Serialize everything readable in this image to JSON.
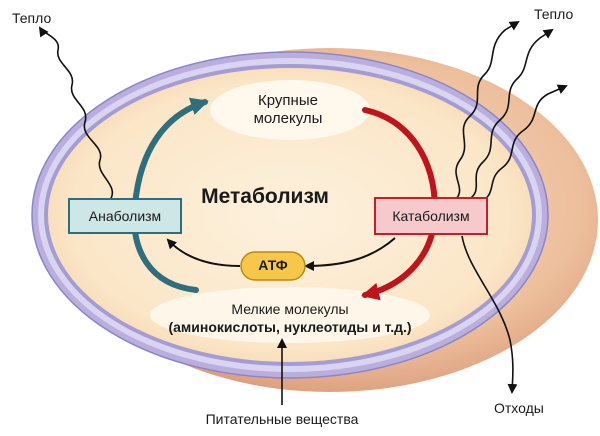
{
  "diagram": {
    "title": "Метаболизм",
    "large_molecules": [
      "Крупные",
      "молекулы"
    ],
    "small_molecules": [
      "Мелкие молекулы",
      "(аминокислоты, нуклеотиды и т.д.)"
    ],
    "anabolism": "Анаболизм",
    "catabolism": "Катаболизм",
    "atp": "АТФ",
    "heat_left": "Тепло",
    "heat_right": "Тепло",
    "waste": "Отходы",
    "nutrients": "Питательные вещества"
  },
  "colors": {
    "anabolism_fill": "#cde7e7",
    "anabolism_border": "#2e6e7c",
    "catabolism_fill": "#f6c9cc",
    "catabolism_border": "#c21f2b",
    "anabolic_arrow": "#2f6f7d",
    "catabolic_arrow": "#c0141c",
    "atp_fill": "#f6c74a"
  }
}
